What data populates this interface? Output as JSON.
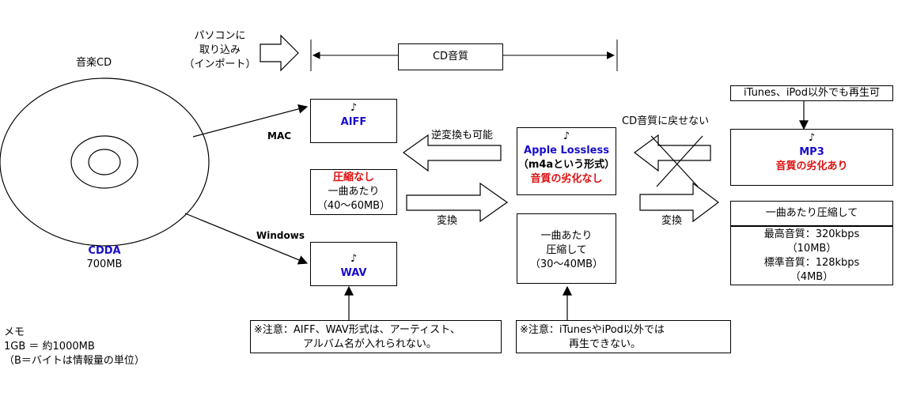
{
  "cd": {
    "label": "音楽CD",
    "name": "CDDA",
    "size": "700MB"
  },
  "import": {
    "line1": "パソコンに",
    "line2": "取り込み",
    "line3": "（インポート）"
  },
  "cd_quality": "CD音質",
  "os": {
    "mac": "MAC",
    "windows": "Windows"
  },
  "note_symbol": "♪",
  "aiff": {
    "name": "AIFF"
  },
  "wav": {
    "name": "WAV"
  },
  "uncompressed": {
    "title": "圧縮なし",
    "line2": "一曲あたり",
    "line3": "（40〜60MB）"
  },
  "reverse_label": "逆変換も可能",
  "convert_label": "変換",
  "convert_label2": "変換",
  "lossless": {
    "name": "Apple Lossless",
    "format": "（m4aという形式）",
    "quality": "音質の劣化なし"
  },
  "lossless_size": {
    "line1": "一曲あたり",
    "line2": "圧縮して",
    "line3": "（30〜40MB）"
  },
  "cannot_restore": "CD音質に戻せない",
  "itunes_note": "iTunes、iPod以外でも再生可",
  "mp3": {
    "name": "MP3",
    "quality": "音質の劣化あり"
  },
  "mp3_info": {
    "title": "一曲あたり圧縮して",
    "line1": "最高音質：320kbps",
    "line2": "（10MB）",
    "line3": "標準音質：128kbps",
    "line4": "（4MB）"
  },
  "caution1": {
    "line1": "※注意：AIFF、WAV形式は、アーティスト、",
    "line2": "アルバム名が入れられない。"
  },
  "caution2": {
    "line1": "※注意：iTunesやiPod以外では",
    "line2": "再生できない。"
  },
  "memo": {
    "title": "メモ",
    "line1": "1GB ＝ 約1000MB",
    "line2": "（B＝バイトは情報量の単位）"
  },
  "colors": {
    "blue": "#1a0dcc",
    "red": "#e01010",
    "line": "#000000"
  }
}
